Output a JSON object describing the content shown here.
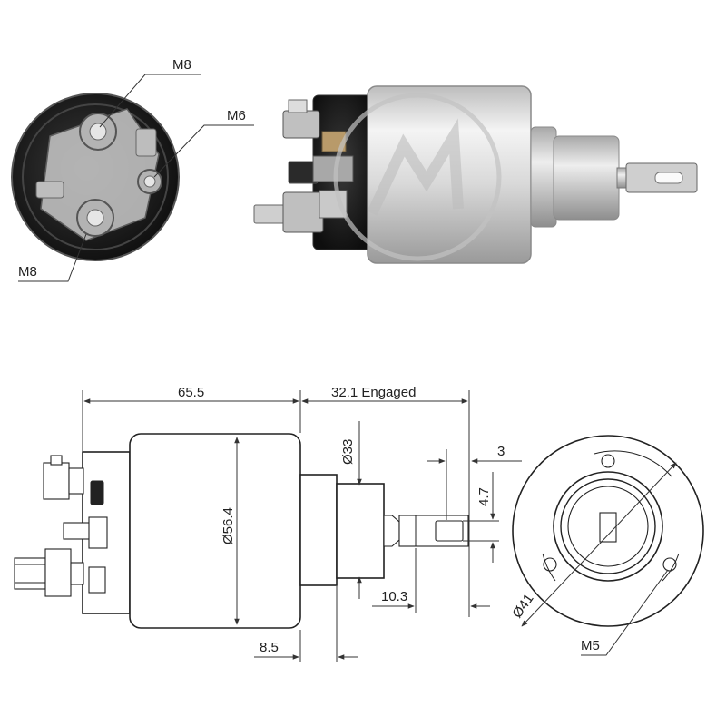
{
  "photo_labels": {
    "end_top": "M8",
    "end_right": "M6",
    "end_bottom": "M8"
  },
  "dimensions": {
    "body_length": "65.5",
    "stroke": "32.1 Engaged",
    "body_diameter": "Ø56.4",
    "plunger_diameter": "Ø33",
    "tip_width": "3",
    "tip_hole": "4.7",
    "tip_length": "10.3",
    "flange_offset": "8.5",
    "bolt_circle": "Ø41",
    "mount_thread": "M5"
  },
  "colors": {
    "end_cap_dark": "#1c1c1c",
    "metal_light": "#d8d8d8",
    "copper": "#b89a6a",
    "line": "#222222"
  }
}
